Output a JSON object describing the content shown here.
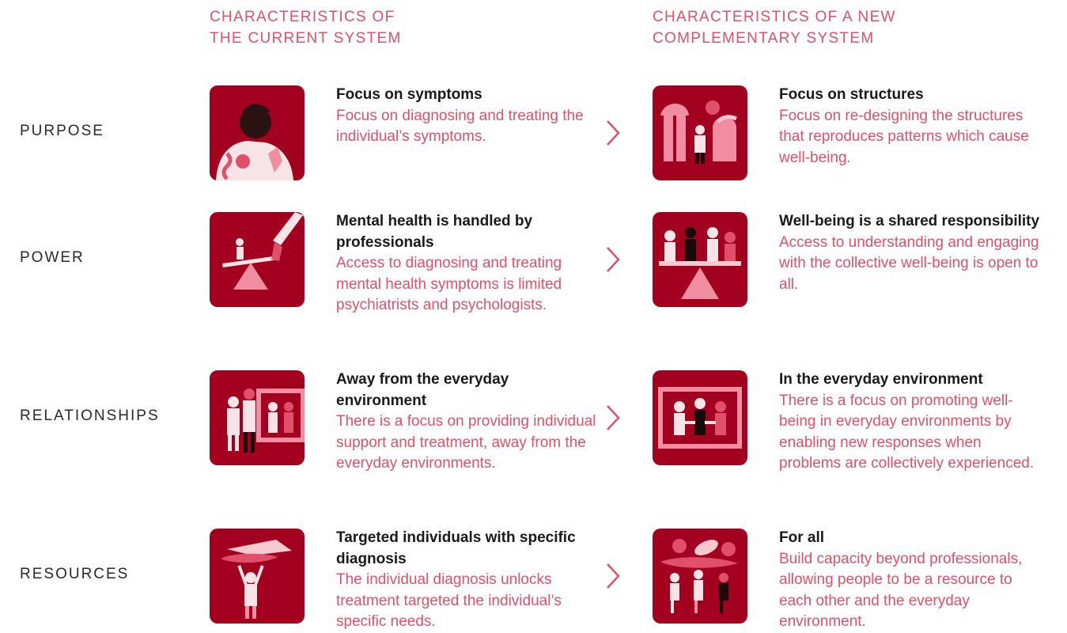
{
  "headers": {
    "current": [
      "CHARACTERISTICS OF",
      "THE CURRENT SYSTEM"
    ],
    "new": [
      "CHARACTERISTICS OF A NEW",
      "COMPLEMENTARY SYSTEM"
    ]
  },
  "rows": [
    {
      "label": "PURPOSE",
      "current": {
        "title": "Focus on symptoms",
        "desc": "Focus on diagnosing and treating the individual’s symptoms."
      },
      "new": {
        "title": "Focus on structures",
        "desc": "Focus on re-designing the structures that reproduces patterns which cause well-being."
      }
    },
    {
      "label": "POWER",
      "current": {
        "title": "Mental health is handled by professionals",
        "desc": "Access to diagnosing and treating mental health symptoms is limited psychiatrists and psychologists."
      },
      "new": {
        "title": "Well-being is a shared responsibility",
        "desc": "Access to understanding and engaging with the collective well-being is open to all."
      }
    },
    {
      "label": "RELATIONSHIPS",
      "current": {
        "title": "Away from the everyday environment",
        "desc": "There is a focus on providing individual support and treatment, away from the everyday environments."
      },
      "new": {
        "title": "In the everyday environment",
        "desc": "There is a focus on promoting well-being in everyday environments by enabling new responses when problems are collectively experienced."
      }
    },
    {
      "label": "RESOURCES",
      "current": {
        "title": "Targeted individuals with specific diagnosis",
        "desc": "The individual diagnosis unlocks treatment targeted the individual’s specific needs."
      },
      "new": {
        "title": "For all",
        "desc": "Build capacity beyond professionals, allowing people to be a resource to each other and the everyday environment."
      }
    }
  ],
  "colors": {
    "accent": "#e0506a",
    "tile": "#a3001f",
    "text": "#1a1a1a"
  }
}
